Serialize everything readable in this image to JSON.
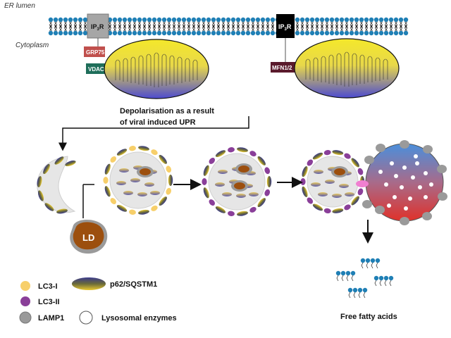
{
  "labels": {
    "er_lumen": "ER lumen",
    "cytoplasm": "Cytoplasm",
    "ip3r": "IP",
    "ip3r_sub": "3",
    "ip3r_r": "R",
    "grp75": "GRP75",
    "vdac": "VDAC",
    "mfn": "MFN1/2",
    "depol_line1": "Depolarisation  as  a  result",
    "depol_line2": "of viral induced UPR",
    "ld": "LD",
    "free_fatty_acids": "Free fatty acids"
  },
  "legend": {
    "lc3_i": "LC3-I",
    "lc3_ii": "LC3-II",
    "lamp1": "LAMP1",
    "p62": "p62/SQSTM1",
    "lysosomal": "Lysosomal enzymes"
  },
  "colors": {
    "lc3_i": "#f7cf6a",
    "lc3_ii": "#8a3f99",
    "lamp1": "#9a9a9a",
    "grp75": "#c0504d",
    "vdac": "#1f6e5a",
    "mfn": "#5a1a2c",
    "ip3r_left": "#a6a6a6",
    "ip3r_right": "#000000",
    "membrane_head": "#1f7fb5",
    "ld_fill": "#9c4f0e"
  },
  "icons": [
    "ip3r-channel-icon",
    "mitochondrion-icon",
    "autophagosome-icon",
    "lipid-droplet-icon",
    "lysosome-icon",
    "fatty-acid-icon"
  ]
}
